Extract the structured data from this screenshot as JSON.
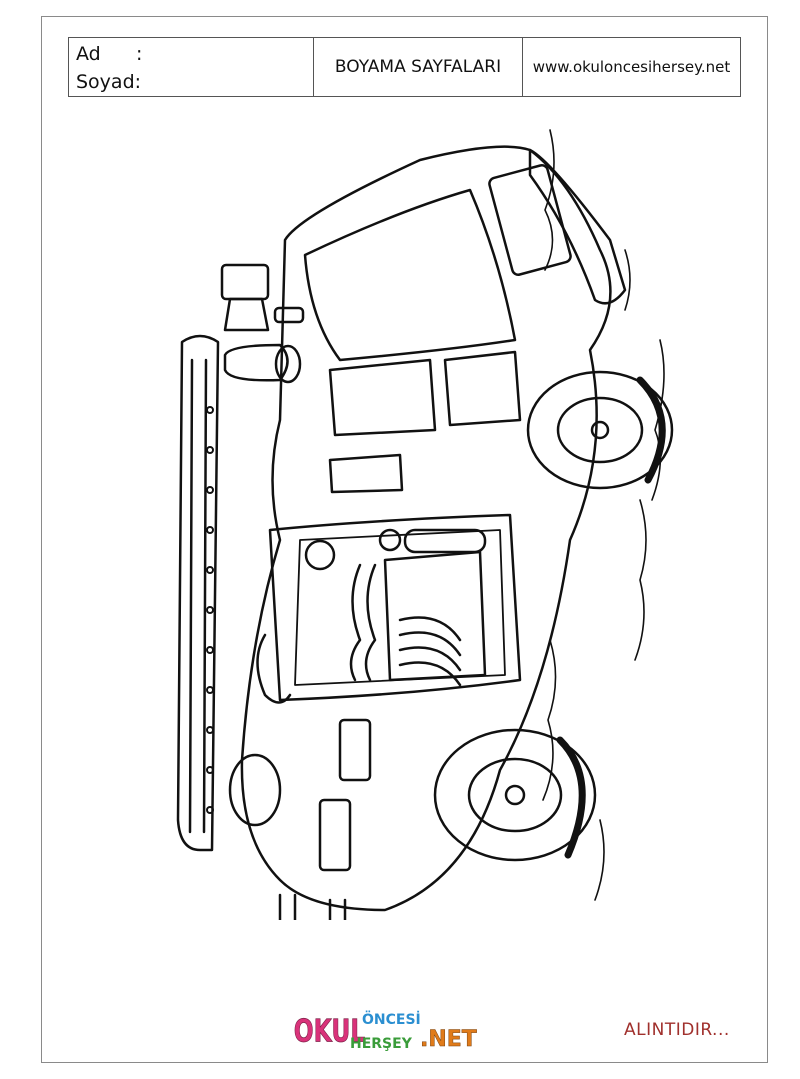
{
  "header": {
    "name_label": "Ad",
    "name_colon": ":",
    "surname_label": "Soyad:",
    "title": "BOYAMA SAYFALARI",
    "website": "www.okuloncesihersey.net"
  },
  "drawing": {
    "subject": "fire-truck"
  },
  "logo": {
    "word1": "OKUL",
    "word2": "ÖNCESİ",
    "word3": "HERŞEY",
    "word4": ".NET",
    "colors": {
      "okul": "#d9327a",
      "oncesi": "#2b8fd1",
      "hersey": "#3a9c3a",
      "net": "#e07b1a"
    }
  },
  "credit": "ALINTIDIR..."
}
